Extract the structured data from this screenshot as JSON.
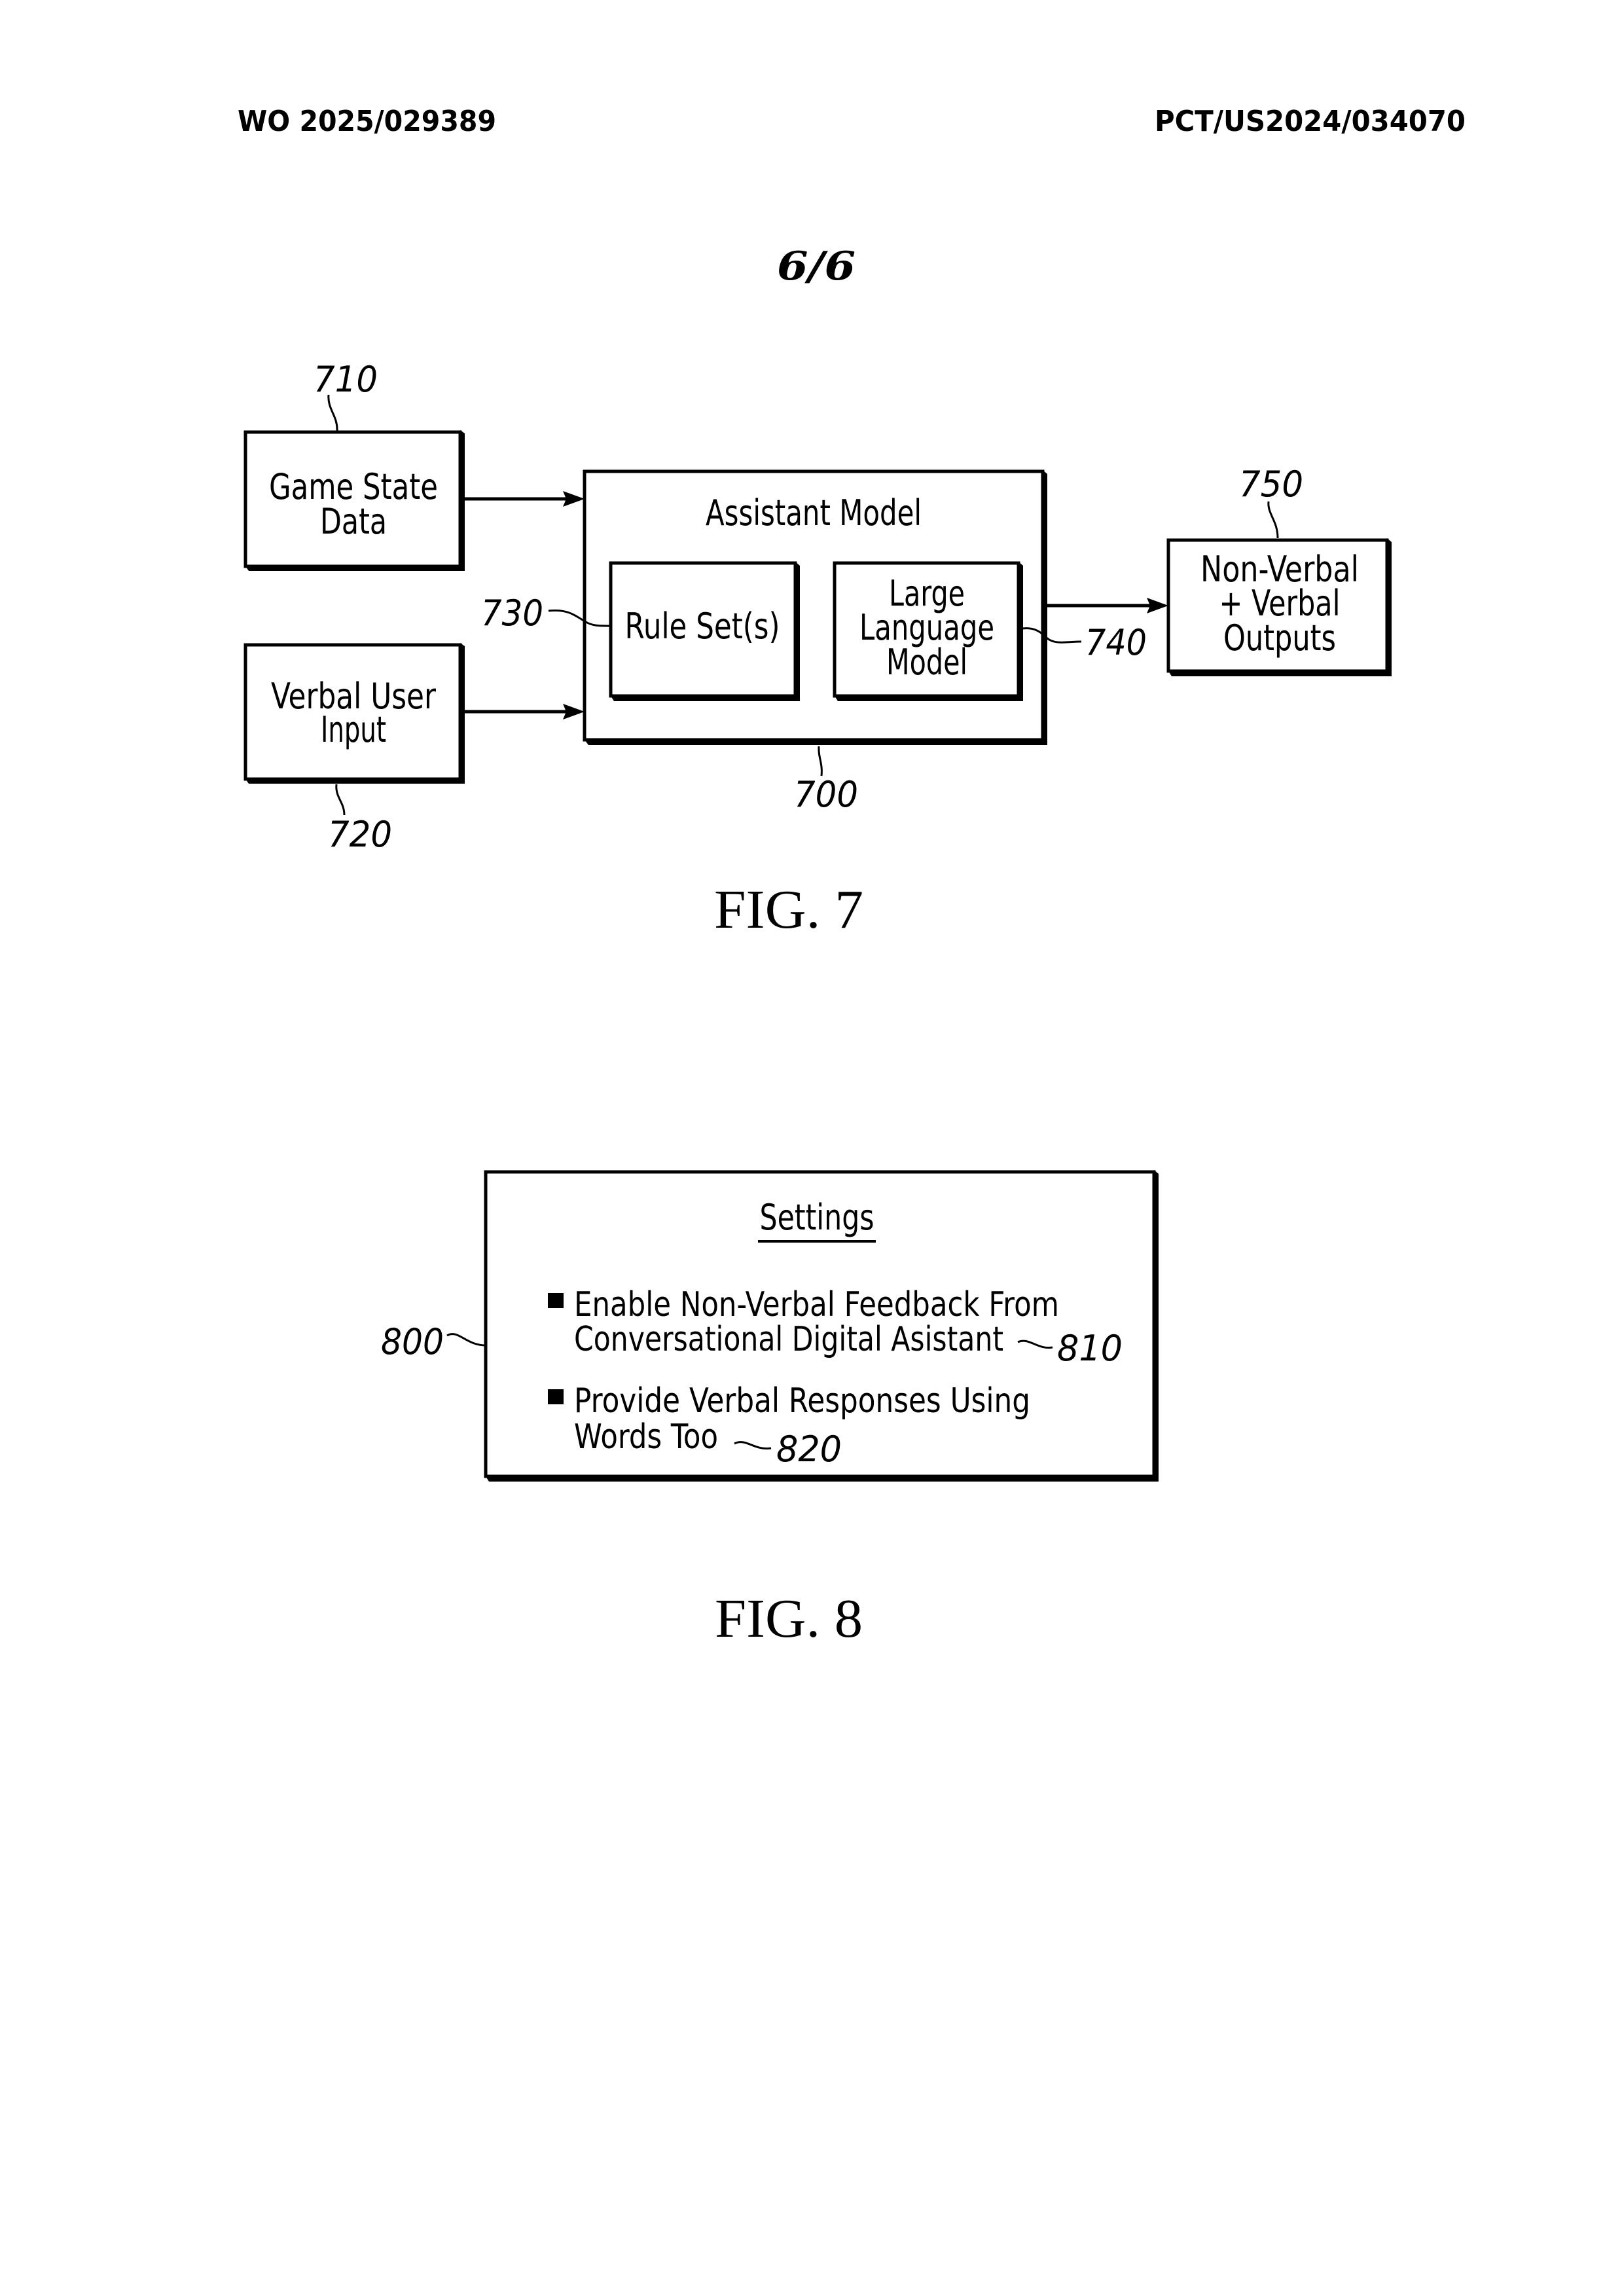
{
  "header": {
    "publication_number": "WO 2025/029389",
    "application_number": "PCT/US2024/034070"
  },
  "sheet_number": "6/6",
  "figure7": {
    "caption": "FIG. 7",
    "game_state_box": {
      "lines": [
        "Game State",
        "Data"
      ],
      "ref": "710"
    },
    "verbal_input_box": {
      "lines": [
        "Verbal User",
        "Input"
      ],
      "ref": "720"
    },
    "assistant_model_box": {
      "title": "Assistant Model",
      "ref": "700"
    },
    "rule_set_box": {
      "lines": [
        "Rule Set(s)"
      ],
      "ref": "730"
    },
    "llm_box": {
      "lines": [
        "Large",
        "Language",
        "Model"
      ],
      "ref": "740"
    },
    "outputs_box": {
      "lines": [
        "Non-Verbal",
        "+ Verbal",
        "Outputs"
      ],
      "ref": "750"
    }
  },
  "figure8": {
    "caption": "FIG. 8",
    "ref": "800",
    "title": "Settings",
    "items": [
      {
        "lines": [
          "Enable Non-Verbal Feedback From",
          "Conversational Digital Asistant"
        ],
        "ref": "810"
      },
      {
        "lines": [
          "Provide Verbal Responses Using",
          "Words Too"
        ],
        "ref": "820"
      }
    ]
  }
}
